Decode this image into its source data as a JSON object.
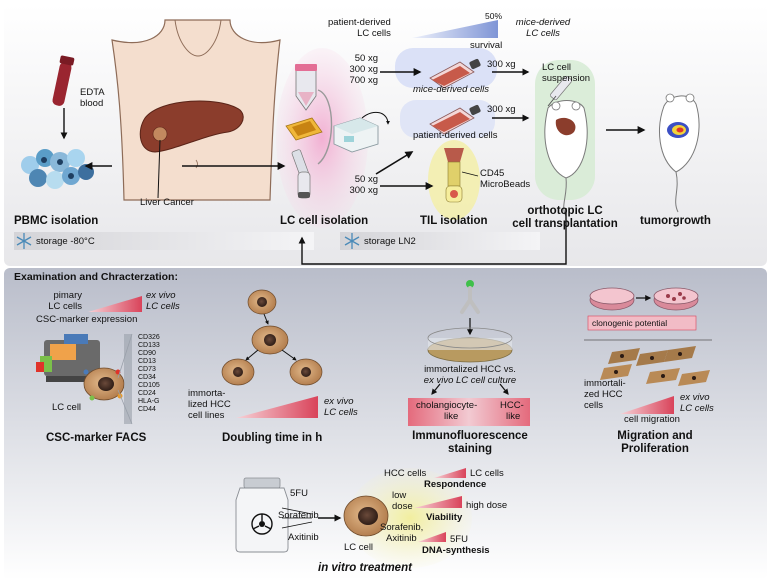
{
  "top": {
    "labels": {
      "edta_blood": [
        "EDTA",
        "blood"
      ],
      "liver_cancer": "Liver Cancer",
      "centrifuge_speeds_top": [
        "50 xg",
        "300 xg",
        "700 xg"
      ],
      "centrifuge_speeds_bottom": [
        "50 xg",
        "300 xg"
      ],
      "xg_mice": "300 xg",
      "xg_patient": "300 xg",
      "mice_derived_cells": "mice-derived cells",
      "patient_derived_cells": "patient-derived cells",
      "cd45_beads": [
        "CD45",
        "MicroBeads"
      ],
      "lc_cell_suspension": [
        "LC cell",
        "suspension"
      ],
      "survival_left": [
        "patient-derived",
        "LC cells"
      ],
      "survival_right": [
        "mice-derived",
        "LC cells"
      ],
      "survival_percent": "50%",
      "survival_word": "survival"
    },
    "stages": {
      "pbmc": "PBMC isolation",
      "lc_isolation": "LC cell isolation",
      "til": "TIL isolation",
      "transplant": [
        "orthotopic LC",
        "cell transplantation"
      ],
      "tumor": "tumorgrowth"
    },
    "storage": {
      "minus80": "storage -80°C",
      "ln2": "storage LN2"
    }
  },
  "bottom": {
    "heading": "Examination and Chracterzation:",
    "facs": {
      "left": [
        "pimary",
        "LC cells"
      ],
      "right": [
        "ex vivo",
        "LC cells"
      ],
      "caption": "CSC-marker expression",
      "markers": [
        "CD326",
        "CD133",
        "CD90",
        "CD13",
        "CD73",
        "CD34",
        "CD105",
        "CD24",
        "HLA-G",
        "CD44"
      ],
      "cell": "LC cell",
      "title": "CSC-marker FACS"
    },
    "doubling": {
      "left": [
        "immorta-",
        "lized HCC",
        "cell lines"
      ],
      "right": [
        "ex vivo",
        "LC cells"
      ],
      "title": "Doubling time in h"
    },
    "immuno": {
      "caption": [
        "immortalized HCC vs.",
        "ex vivo LC cell culture"
      ],
      "left": [
        "cholangiocyte-",
        "like"
      ],
      "right": [
        "HCC-",
        "like"
      ],
      "title": [
        "Immunofluorescence",
        "staining"
      ]
    },
    "migration": {
      "clonogenic": "clonogenic potential",
      "left": [
        "immortali-",
        "zed HCC",
        "cells"
      ],
      "right": [
        "ex vivo",
        "LC cells"
      ],
      "caption": "cell migration",
      "title": [
        "Migration and",
        "Proliferation"
      ]
    },
    "treatment": {
      "drugs": [
        "5FU",
        "Sorafenib",
        "Axitinib"
      ],
      "cell": "LC cell",
      "title": "in vitro treatment",
      "resp_left": "HCC cells",
      "resp_right": "LC cells",
      "resp_title": "Respondence",
      "via_left": [
        "low",
        "dose"
      ],
      "via_right": "high dose",
      "via_title": "Viability",
      "dna_left": [
        "Sorafenib,",
        "Axitinib"
      ],
      "dna_right": "5FU",
      "dna_title": "DNA-synthesis"
    }
  },
  "colors": {
    "panel_bottom": "#c9ccd6",
    "panel_top": "#f1f1f3",
    "pink_glow": "#f5c2dd",
    "blue_glow": "#c9d2f2",
    "green_glow": "#cfe6cf",
    "yellow_glow": "#f3f0b6",
    "wedge_red": "#e0566a",
    "liver": "#8b3d2c",
    "cell_body": "#c99a6a"
  }
}
